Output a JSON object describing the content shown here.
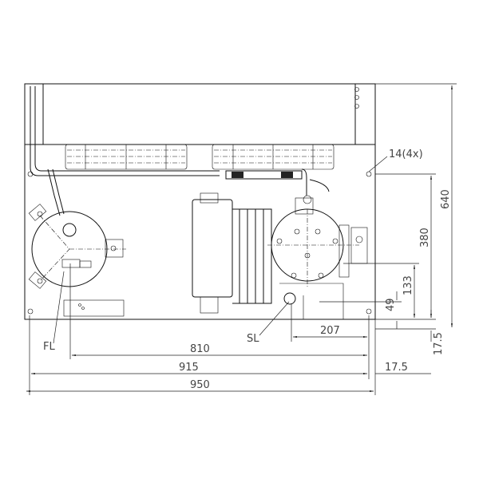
{
  "labels": {
    "hole": "14(4x)",
    "fl": "FL",
    "sl": "SL"
  },
  "dimensions": {
    "d640": "640",
    "d380": "380",
    "d133": "133",
    "d49": "49",
    "d17_5v": "17.5",
    "d207": "207",
    "d810": "810",
    "d915": "915",
    "d17_5h": "17.5",
    "d950": "950"
  }
}
